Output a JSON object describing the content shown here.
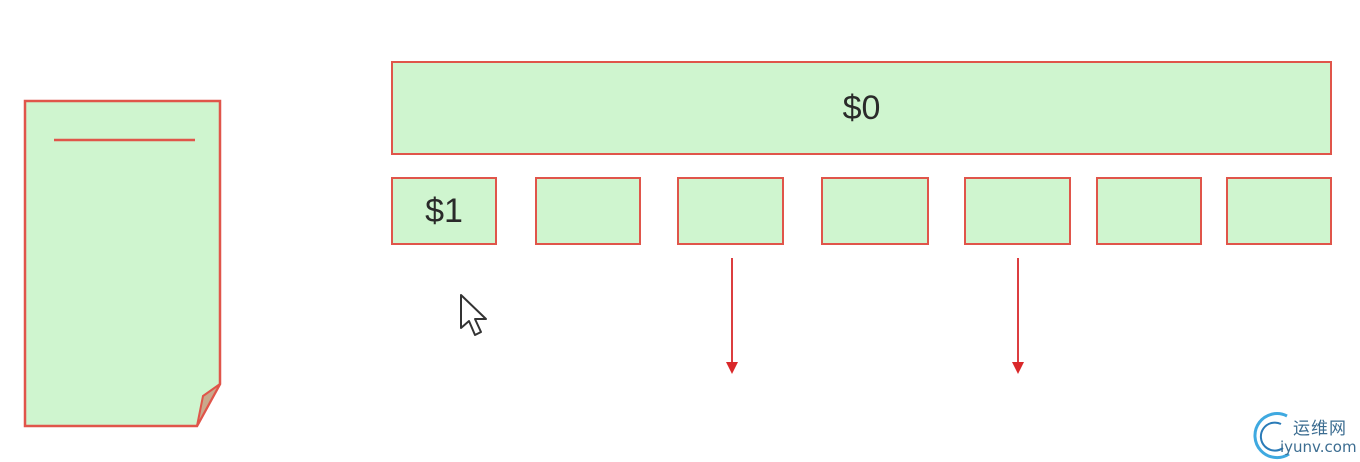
{
  "diagram": {
    "main_box": {
      "label": "$0"
    },
    "fields": [
      {
        "label": "$1"
      },
      {
        "label": ""
      },
      {
        "label": ""
      },
      {
        "label": ""
      },
      {
        "label": ""
      },
      {
        "label": ""
      },
      {
        "label": ""
      }
    ]
  },
  "watermark": {
    "name_cn": "运维网",
    "domain": "iyunv.com"
  },
  "colors": {
    "fill": "#cff5cf",
    "stroke": "#e0554a",
    "arrow": "#d9282a",
    "watermark": "#3c6d91"
  }
}
